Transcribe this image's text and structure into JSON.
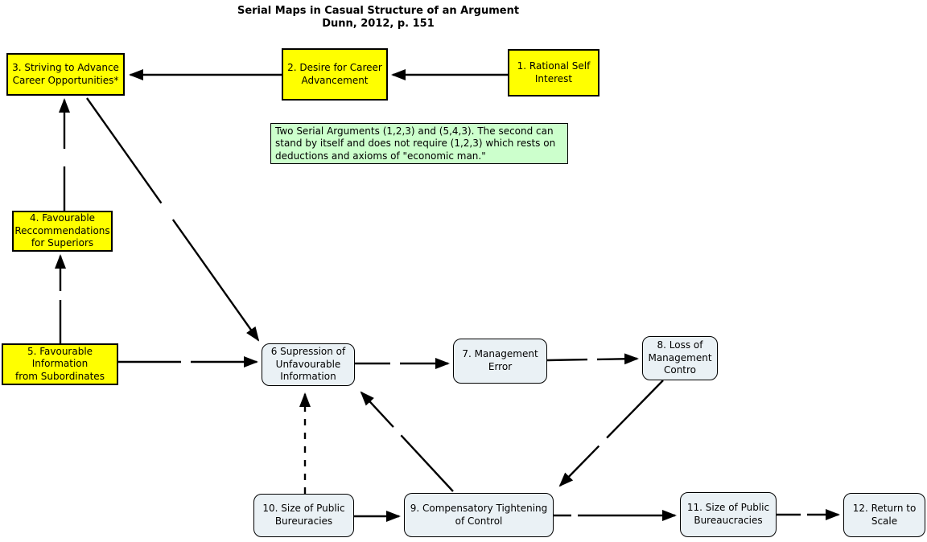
{
  "title": {
    "line1": "Serial Maps in Casual Structure of an Argument",
    "line2": "Dunn, 2012, p. 151",
    "text": "Serial Maps in Casual Structure of an Argument\nDunn, 2012, p. 151"
  },
  "note": {
    "text": "Two Serial Arguments (1,2,3) and (5,4,3).  The second can\nstand by itself and does not require (1,2,3) which rests on\ndeductions and axioms of \"economic man.\""
  },
  "colors": {
    "causal_box_fill": "#ffff00",
    "system_box_fill": "#eaf1f5",
    "note_fill": "#ccffcc",
    "stroke": "#000000"
  },
  "nodes": [
    {
      "id": 1,
      "label": "1. Rational Self\nInterest",
      "type": "yellow"
    },
    {
      "id": 2,
      "label": "2. Desire for Career\nAdvancement",
      "type": "yellow"
    },
    {
      "id": 3,
      "label": "3. Striving to Advance\nCareer Opportunities*",
      "type": "yellow"
    },
    {
      "id": 4,
      "label": "4. Favourable\nReccommendations\nfor Superiors",
      "type": "yellow"
    },
    {
      "id": 5,
      "label": "5. Favourable\nInformation\nfrom Subordinates",
      "type": "yellow"
    },
    {
      "id": 6,
      "label": "6 Supression of\nUnfavourable\nInformation",
      "type": "rounded"
    },
    {
      "id": 7,
      "label": "7. Management\nError",
      "type": "rounded"
    },
    {
      "id": 8,
      "label": "8. Loss of\nManagement\nContro",
      "type": "rounded"
    },
    {
      "id": 9,
      "label": "9. Compensatory Tightening\nof Control",
      "type": "rounded"
    },
    {
      "id": 10,
      "label": "10. Size of Public\nBureuracies",
      "type": "rounded"
    },
    {
      "id": 11,
      "label": "11. Size of Public\nBureaucracies",
      "type": "rounded"
    },
    {
      "id": 12,
      "label": "12. Return to\nScale",
      "type": "rounded"
    }
  ],
  "edges": [
    {
      "from": 1,
      "to": 2,
      "style": "solid"
    },
    {
      "from": 2,
      "to": 3,
      "style": "solid"
    },
    {
      "from": 4,
      "to": 3,
      "style": "long-dash"
    },
    {
      "from": 5,
      "to": 4,
      "style": "long-dash"
    },
    {
      "from": 3,
      "to": 6,
      "style": "long-dash"
    },
    {
      "from": 5,
      "to": 6,
      "style": "long-dash"
    },
    {
      "from": 6,
      "to": 7,
      "style": "long-dash"
    },
    {
      "from": 7,
      "to": 8,
      "style": "long-dash"
    },
    {
      "from": 8,
      "to": 9,
      "style": "long-dash"
    },
    {
      "from": 9,
      "to": 6,
      "style": "long-dash"
    },
    {
      "from": 10,
      "to": 6,
      "style": "dashed"
    },
    {
      "from": 10,
      "to": 9,
      "style": "solid"
    },
    {
      "from": 9,
      "to": 11,
      "style": "long-dash"
    },
    {
      "from": 11,
      "to": 12,
      "style": "long-dash"
    }
  ]
}
